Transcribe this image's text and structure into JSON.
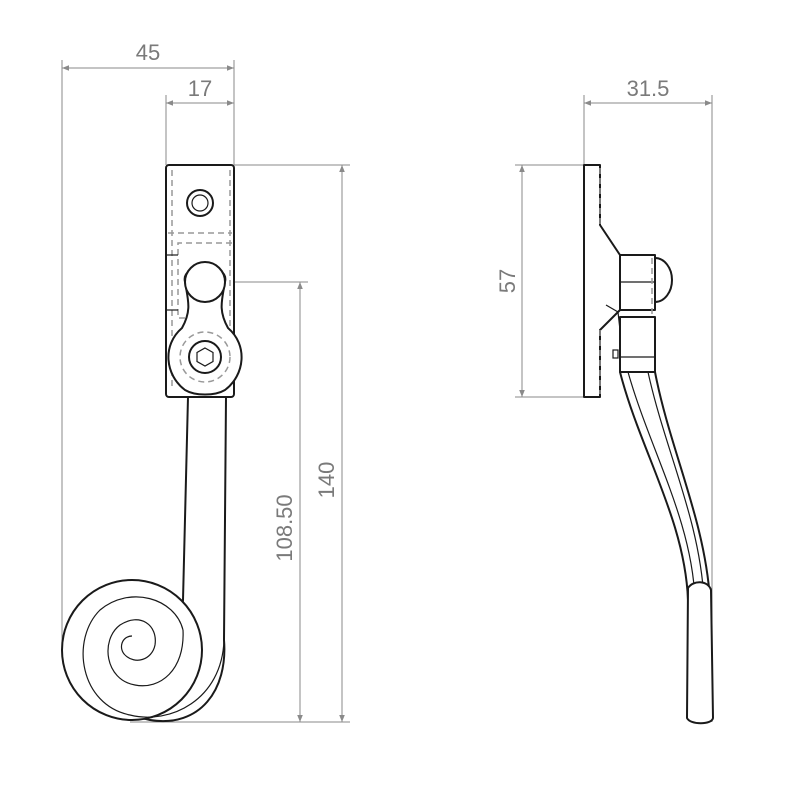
{
  "dimensions": {
    "overall_width": "45",
    "plate_width": "17",
    "overall_height": "140",
    "pivot_to_bottom": "108.50",
    "plate_height": "57",
    "projection_depth": "31.5"
  },
  "colors": {
    "line": "#1a1a1a",
    "dimension": "#8a8a8a",
    "label": "#7a7a7a"
  }
}
